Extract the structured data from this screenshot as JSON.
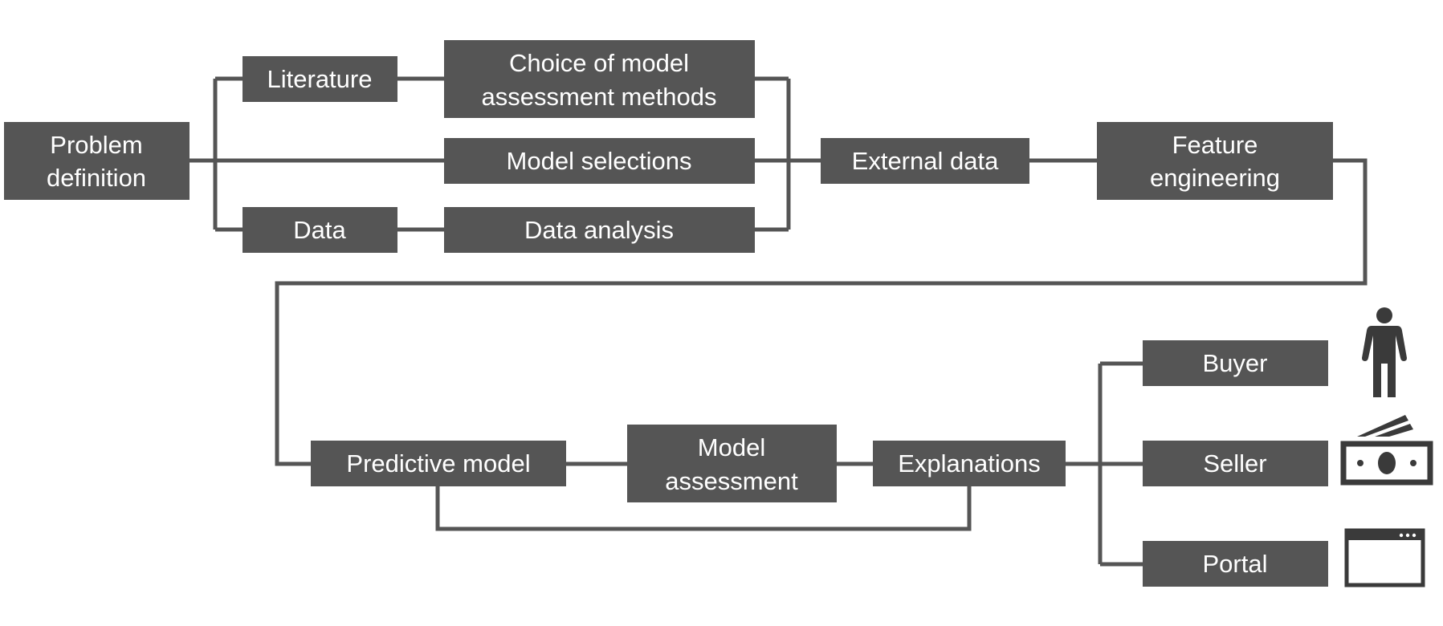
{
  "nodes": {
    "problem_definition": {
      "line1": "Problem",
      "line2": "definition"
    },
    "literature": "Literature",
    "choice_of_model": {
      "line1": "Choice of model",
      "line2": "assessment methods"
    },
    "model_selections": "Model selections",
    "data": "Data",
    "data_analysis": "Data analysis",
    "external_data": "External data",
    "feature_engineering": {
      "line1": "Feature",
      "line2": "engineering"
    },
    "predictive_model": "Predictive model",
    "model_assessment": {
      "line1": "Model",
      "line2": "assessment"
    },
    "explanations": "Explanations",
    "buyer": "Buyer",
    "seller": "Seller",
    "portal": "Portal"
  },
  "icons": [
    "person-icon",
    "banknote-icon",
    "browser-window-icon"
  ],
  "colors": {
    "box": "#555555",
    "text": "#ffffff",
    "connector": "#555555"
  }
}
